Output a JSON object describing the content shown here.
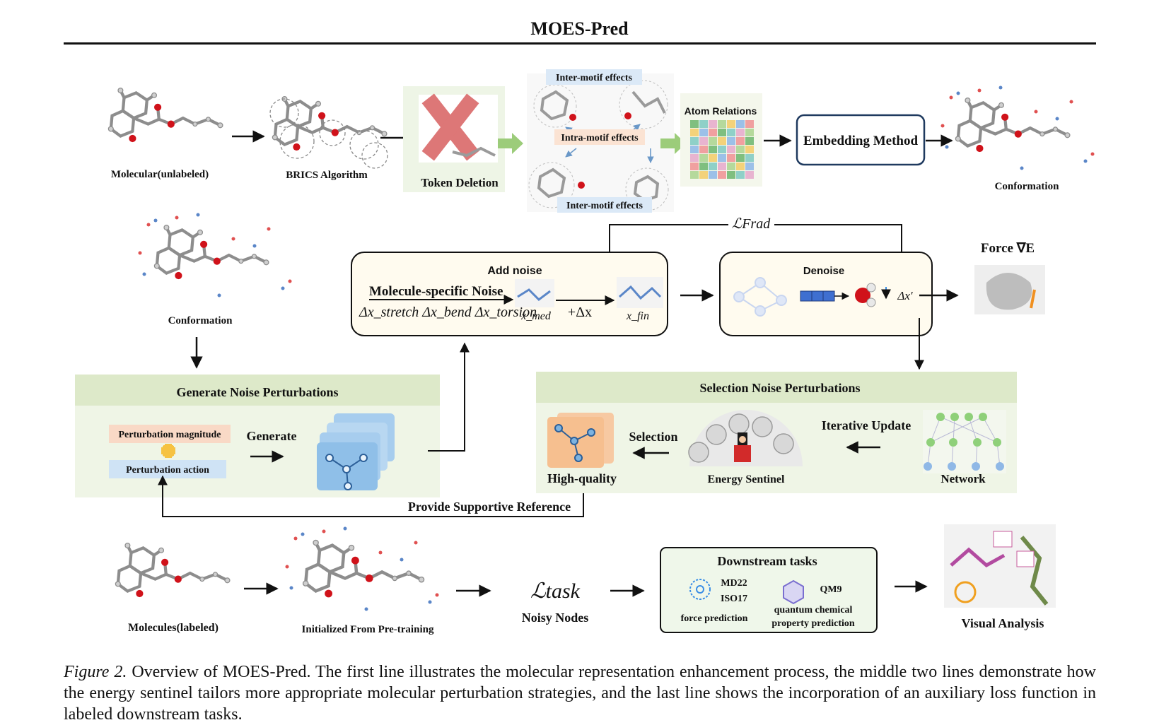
{
  "header": {
    "title": "MOES-Pred"
  },
  "row1": {
    "molecule_unlabeled": "Molecular(unlabeled)",
    "brics": "BRICS Algorithm",
    "token_deletion": "Token Deletion",
    "inter_motif_top": "Inter-motif effects",
    "intra_motif": "Intra-motif effects",
    "inter_motif_bottom": "Inter-motif effects",
    "atom_relations": "Atom Relations",
    "embedding_method": "Embedding Method",
    "conformation": "Conformation"
  },
  "row2": {
    "loss_frad": "ℒFrad",
    "conformation": "Conformation",
    "add_noise": "Add noise",
    "molecule_specific_noise": "Molecule-specific Noise",
    "noise_terms": "Δx_stretch Δx_bend Δx_torsion",
    "x_med": "x_med",
    "plus_delta": "+Δx",
    "x_fin": "x_fin",
    "denoise": "Denoise",
    "delta_x_prime": "Δx′",
    "force": "Force ∇E"
  },
  "row3": {
    "generate_panel_title": "Generate Noise Perturbations",
    "perturbation_magnitude": "Perturbation magnitude",
    "perturbation_action": "Perturbation action",
    "generate": "Generate",
    "selection_panel_title": "Selection  Noise Perturbations",
    "high_quality": "High-quality",
    "selection": "Selection",
    "energy_sentinel": "Energy Sentinel",
    "iterative_update": "Iterative Update",
    "network": "Network",
    "supportive_reference": "Provide Supportive Reference"
  },
  "row4": {
    "molecules_labeled": "Molecules(labeled)",
    "initialized": "Initialized From Pre-training",
    "loss_task": "ℒtask",
    "noisy_nodes": "Noisy Nodes",
    "downstream_title": "Downstream tasks",
    "md22": "MD22",
    "iso17": "ISO17",
    "force_prediction": "force prediction",
    "qm9": "QM9",
    "quantum_line1": "quantum chemical",
    "quantum_line2": "property prediction",
    "visual_analysis": "Visual Analysis"
  },
  "caption": {
    "label": "Figure 2.",
    "text": "Overview of MOES-Pred. The first line illustrates the molecular representation enhancement process, the middle two lines demonstrate how the energy sentinel tailors more appropriate molecular perturbation strategies, and the last line shows the incorporation of an auxiliary loss function in labeled downstream tasks."
  },
  "colors": {
    "panel_green": "#e6f0d8",
    "panel_header_green": "#dde9c9",
    "box_cream": "#fffbef",
    "embedding_border": "#1f3a5f",
    "arrow_green": "#9ccc7a",
    "magnitude_bg": "#f9d9c6",
    "action_bg": "#cfe3f5",
    "motif_label_bg": "#dbe9f7",
    "intra_label_bg": "#fbe3d3",
    "atom_grey": "#9a9a9a",
    "oxygen_red": "#d0121a"
  }
}
